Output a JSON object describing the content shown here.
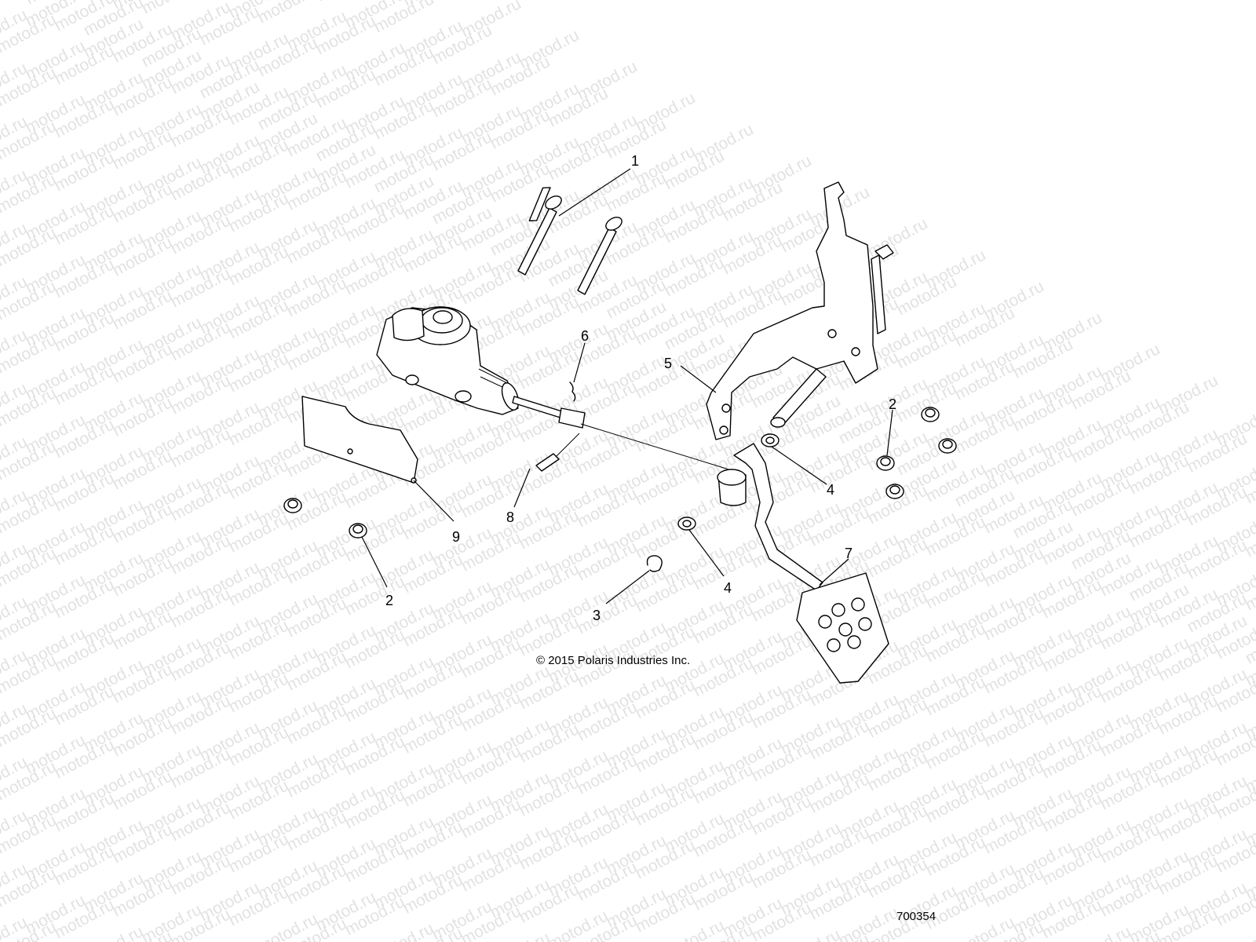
{
  "watermark": "motod.ru",
  "copyright": "© 2015 Polaris Industries Inc.",
  "figure_number": "700354",
  "callouts": {
    "c1": "1",
    "c2_left": "2",
    "c2_right": "2",
    "c3": "3",
    "c4_lower": "4",
    "c4_upper": "4",
    "c5": "5",
    "c6": "6",
    "c7": "7",
    "c8": "8",
    "c9": "9"
  }
}
